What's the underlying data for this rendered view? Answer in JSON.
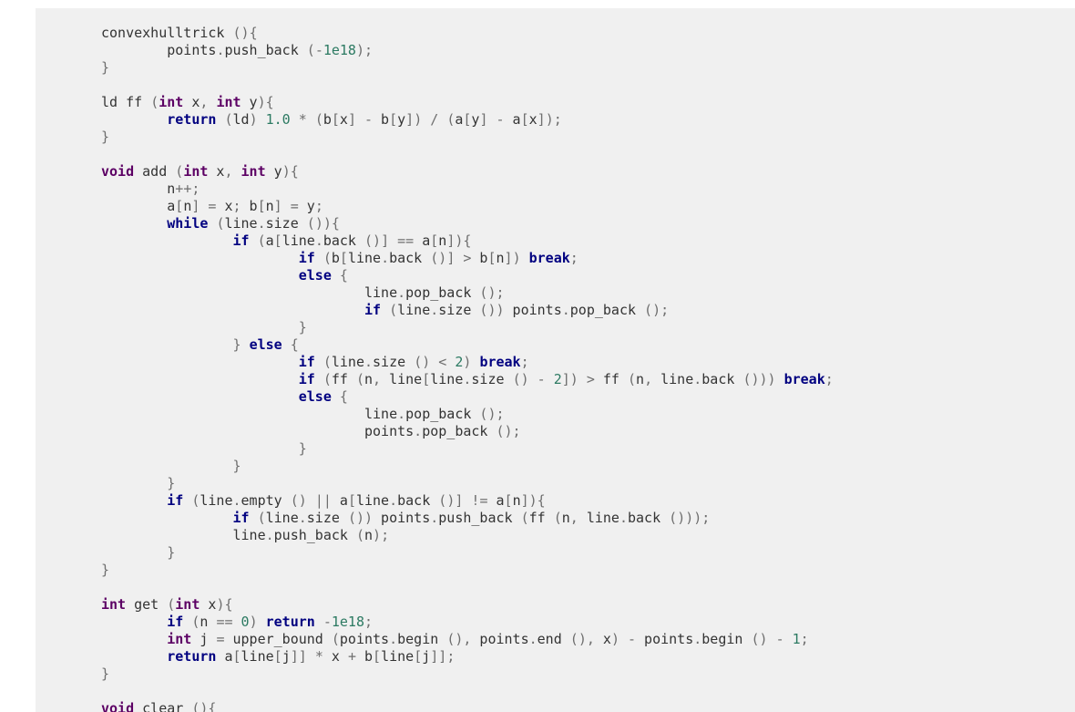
{
  "code": {
    "language": "cpp",
    "colors": {
      "background": "#f0f0f0",
      "text": "#333333",
      "keyword": "#000080",
      "type": "#5c0064",
      "number": "#2c7a62",
      "punctuation": "#6e6e6e"
    },
    "lines": [
      "convexhulltrick (){",
      "\tpoints.push_back (-1e18);",
      "}",
      "",
      "ld ff (int x, int y){",
      "\treturn (ld) 1.0 * (b[x] - b[y]) / (a[y] - a[x]);",
      "}",
      "",
      "void add (int x, int y){",
      "\tn++;",
      "\ta[n] = x; b[n] = y;",
      "\twhile (line.size ()){",
      "\t\tif (a[line.back ()] == a[n]){",
      "\t\t\tif (b[line.back ()] > b[n]) break;",
      "\t\t\telse {",
      "\t\t\t\tline.pop_back ();",
      "\t\t\t\tif (line.size ()) points.pop_back ();",
      "\t\t\t}",
      "\t\t} else {",
      "\t\t\tif (line.size () < 2) break;",
      "\t\t\tif (ff (n, line[line.size () - 2]) > ff (n, line.back ())) break;",
      "\t\t\telse {",
      "\t\t\t\tline.pop_back ();",
      "\t\t\t\tpoints.pop_back ();",
      "\t\t\t}",
      "\t\t}",
      "\t}",
      "\tif (line.empty () || a[line.back ()] != a[n]){",
      "\t\tif (line.size ()) points.push_back (ff (n, line.back ()));",
      "\t\tline.push_back (n);",
      "\t}",
      "}",
      "",
      "int get (int x){",
      "\tif (n == 0) return -1e18;",
      "\tint j = upper_bound (points.begin (), points.end (), x) - points.begin () - 1;",
      "\treturn a[line[j]] * x + b[line[j]];",
      "}",
      "",
      "void clear (){"
    ]
  }
}
